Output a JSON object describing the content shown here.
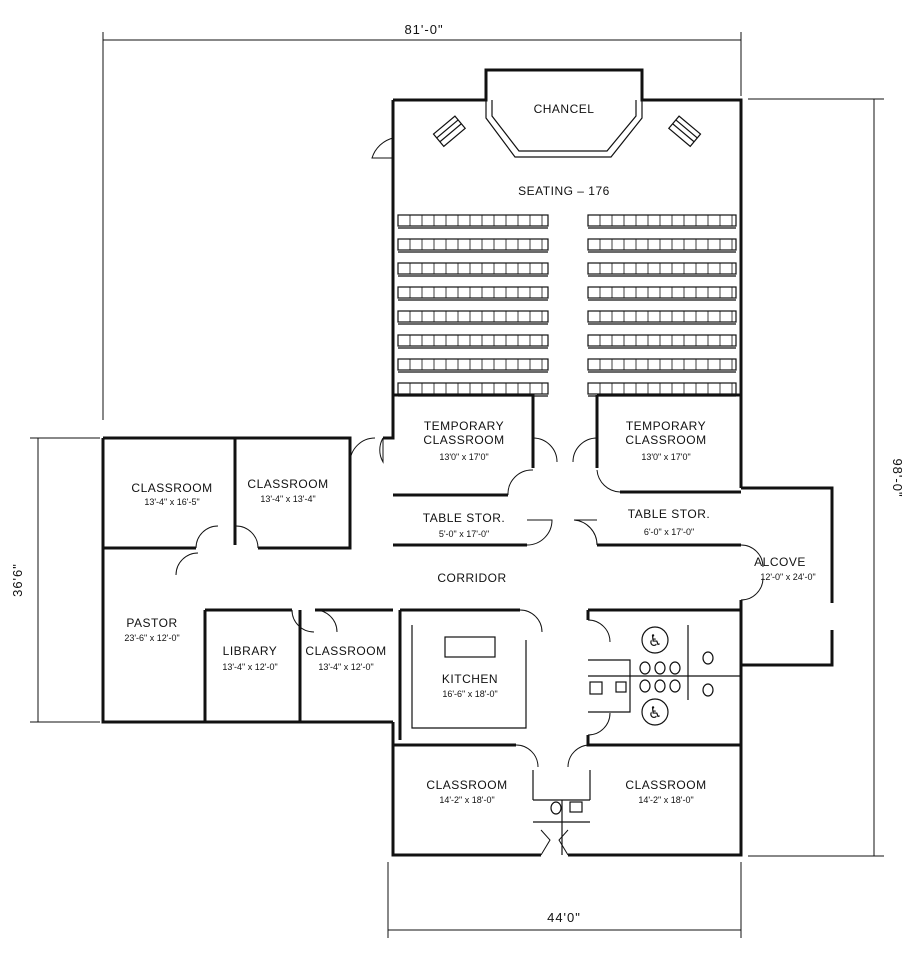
{
  "dimensions": {
    "overall_width": "81'-0\"",
    "overall_depth": "98'-0\"",
    "wing_depth": "36'6\"",
    "front_width": "44'0\""
  },
  "rooms": {
    "chancel": "CHANCEL",
    "seating": "SEATING – 176",
    "temp_left": {
      "name1": "TEMPORARY",
      "name2": "CLASSROOM",
      "size": "13'0\" x 17'0\""
    },
    "temp_right": {
      "name1": "TEMPORARY",
      "name2": "CLASSROOM",
      "size": "13'0\" x 17'0\""
    },
    "table_left": {
      "name": "TABLE STOR.",
      "size": "5'-0\" x 17'-0\""
    },
    "table_right": {
      "name": "TABLE STOR.",
      "size": "6'-0\" x 17'-0\""
    },
    "classroom_a": {
      "name": "CLASSROOM",
      "size": "13'-4\" x 16'-5\""
    },
    "classroom_b": {
      "name": "CLASSROOM",
      "size": "13'-4\" x 13'-4\""
    },
    "corridor": "CORRIDOR",
    "alcove": {
      "name": "ALCOVE",
      "size": "12'-0\" x 24'-0\""
    },
    "pastor": {
      "name": "PASTOR",
      "size": "23'-6\" x 12'-0\""
    },
    "library": {
      "name": "LIBRARY",
      "size": "13'-4\" x 12'-0\""
    },
    "classroom_c": {
      "name": "CLASSROOM",
      "size": "13'-4\" x 12'-0\""
    },
    "kitchen": {
      "name": "KITCHEN",
      "size": "16'-6\" x 18'-0\""
    },
    "classroom_d": {
      "name": "CLASSROOM",
      "size": "14'-2\" x 18'-0\""
    },
    "classroom_e": {
      "name": "CLASSROOM",
      "size": "14'-2\" x 18'-0\""
    }
  },
  "icons": [
    "wheelchair-icon",
    "toilet-icon",
    "sink-icon",
    "pew-icon",
    "organ-icon"
  ],
  "colors": {
    "ink": "#111111",
    "paper": "#ffffff"
  }
}
